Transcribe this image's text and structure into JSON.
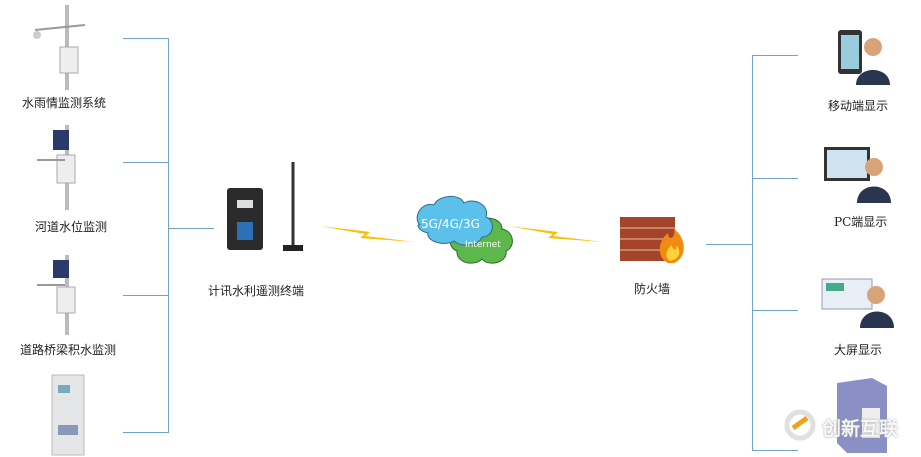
{
  "left_nodes": [
    {
      "label": "水雨情监测系统",
      "icon": "weather-station-icon"
    },
    {
      "label": "河道水位监测",
      "icon": "water-level-station-icon"
    },
    {
      "label": "道路桥梁积水监测",
      "icon": "solar-monitor-station-icon"
    },
    {
      "label": "",
      "icon": "control-cabinet-icon"
    }
  ],
  "terminal": {
    "label": "计讯水利遥测终端",
    "icon": "rtu-terminal-icon"
  },
  "network": {
    "cellular": "5G/4G/3G",
    "internet": "Internet",
    "icon": "cloud-icon"
  },
  "firewall": {
    "label": "防火墙",
    "icon": "firewall-icon"
  },
  "right_nodes": [
    {
      "label": "移动端显示",
      "icon": "mobile-user-icon"
    },
    {
      "label": "PC端显示",
      "icon": "pc-user-icon"
    },
    {
      "label": "大屏显示",
      "icon": "big-screen-user-icon"
    },
    {
      "label": "",
      "icon": "server-icon"
    }
  ],
  "watermark": "创新互联",
  "colors": {
    "line": "#6fa3c8",
    "cloud_blue": "#5bc0ea",
    "cloud_green": "#5cb84a",
    "lightning": "#f5c000"
  }
}
